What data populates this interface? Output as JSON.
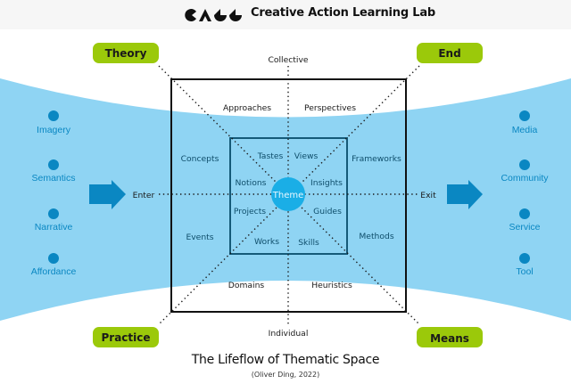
{
  "header": {
    "brand": "Creative Action Learning Lab",
    "logo": "CALL"
  },
  "corners": {
    "top_left": "Theory",
    "top_right": "End",
    "bottom_left": "Practice",
    "bottom_right": "Means"
  },
  "axes": {
    "top": "Collective",
    "bottom": "Individual",
    "left": "Enter",
    "right": "Exit"
  },
  "left_items": [
    "Imagery",
    "Semantics",
    "Narrative",
    "Affordance"
  ],
  "right_items": [
    "Media",
    "Community",
    "Service",
    "Tool"
  ],
  "outer_box": {
    "top_left": "Approaches",
    "top_right": "Perspectives",
    "left_top": "Concepts",
    "left_bottom": "Events",
    "right_top": "Frameworks",
    "right_bottom": "Methods",
    "bottom_left": "Domains",
    "bottom_right": "Heuristics"
  },
  "inner_box": {
    "top_left": "Tastes",
    "top_right": "Views",
    "left_top": "Notions",
    "left_bottom": "Projects",
    "right_top": "Insights",
    "right_bottom": "Guides",
    "bottom_left": "Works",
    "bottom_right": "Skills"
  },
  "center": "Theme",
  "colors": {
    "band": "#8fd4f3",
    "accent_blue": "#0a87c2",
    "center_circle": "#1aaee6",
    "pill_green": "#9bc90a"
  },
  "title": "The Lifeflow of Thematic Space",
  "subtitle": "(Oliver Ding, 2022)"
}
